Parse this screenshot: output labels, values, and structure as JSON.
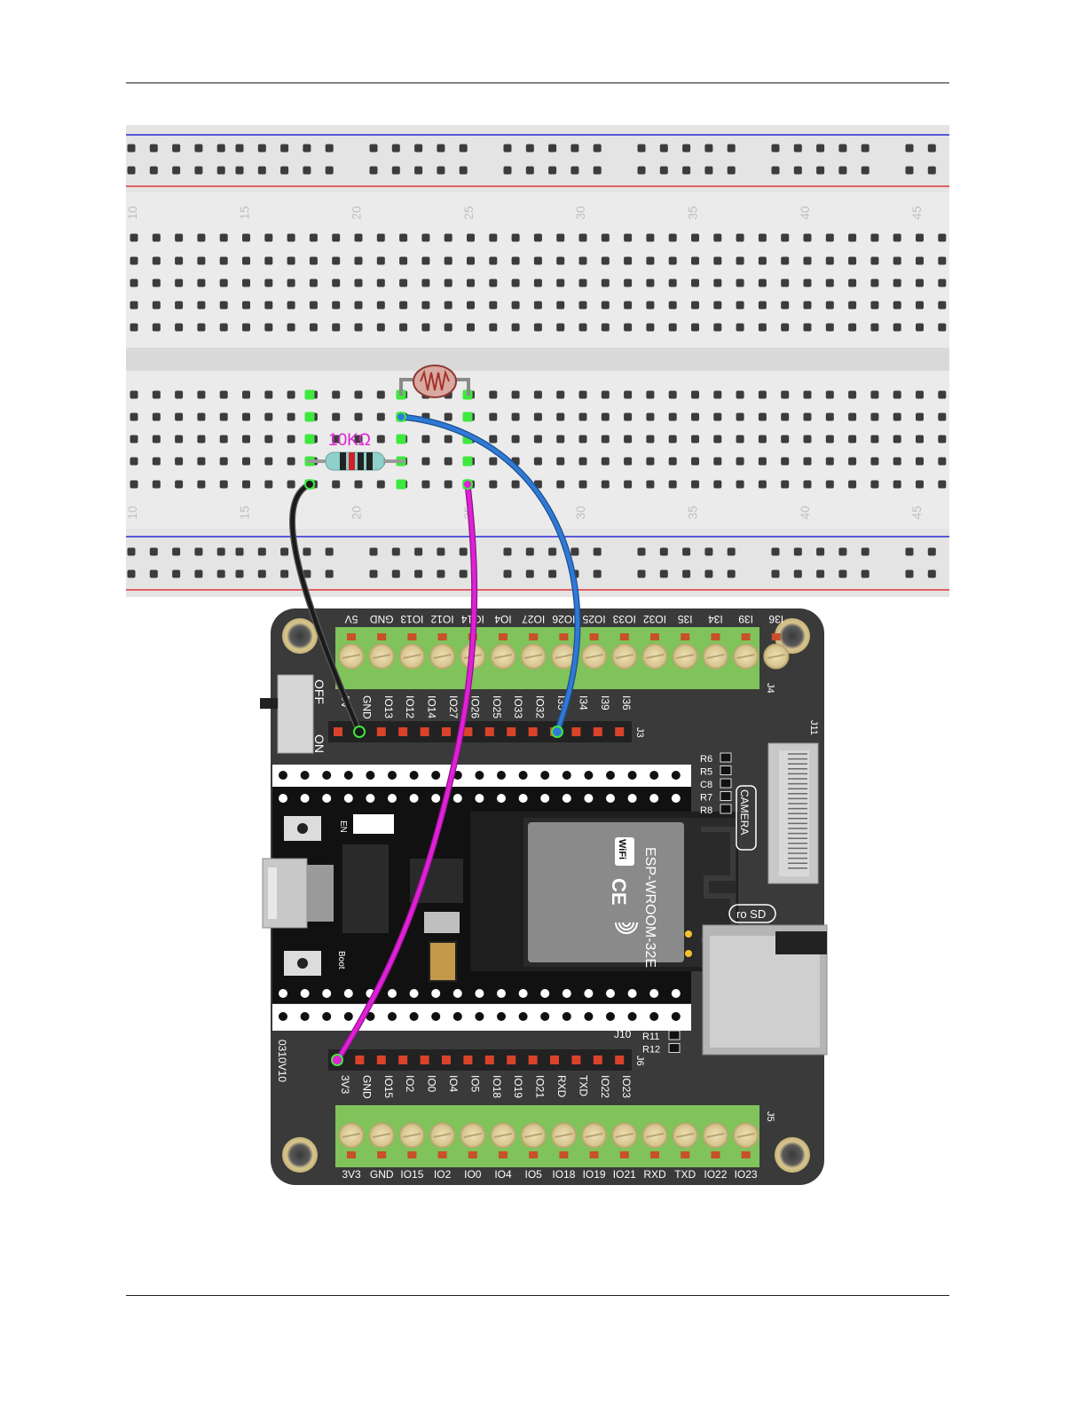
{
  "column_numbers": [
    "10",
    "15",
    "20",
    "25",
    "30",
    "35",
    "40",
    "45"
  ],
  "resistor_label": "10KΩ",
  "board": {
    "switch_off": "OFF",
    "switch_on": "ON",
    "version": "0310V10",
    "camera_label": "CAMERA",
    "sd_label": "ro SD",
    "wifi_label": "WiFi",
    "module_label": "ESP-WROOM-32E",
    "en_label": "EN",
    "boot_label": "Boot",
    "j3": "J3",
    "j4": "J4",
    "j5": "J5",
    "j6": "J6",
    "j10": "J10",
    "j11": "J11",
    "top_terminal_labels": [
      "5V",
      "GND",
      "IO13",
      "IO12",
      "IO14",
      "IO4",
      "IO27",
      "IO26",
      "IO25",
      "IO33",
      "IO32",
      "I35",
      "I34",
      "I39",
      "I36"
    ],
    "j3_labels": [
      "5V",
      "GND",
      "IO13",
      "IO12",
      "IO14",
      "IO27",
      "IO26",
      "IO25",
      "IO33",
      "IO32",
      "I35",
      "I34",
      "I39",
      "I36"
    ],
    "j6_labels": [
      "3V3",
      "GND",
      "IO15",
      "IO2",
      "IO0",
      "IO4",
      "IO5",
      "IO18",
      "IO19",
      "IO21",
      "RXD",
      "TXD",
      "IO22",
      "IO23"
    ],
    "bottom_terminal_labels": [
      "3V3",
      "GND",
      "IO15",
      "IO2",
      "IO0",
      "IO4",
      "IO5",
      "IO18",
      "IO19",
      "IO21",
      "RXD",
      "TXD",
      "IO22",
      "IO23"
    ],
    "smd_labels_right": [
      "R6",
      "R5",
      "C8",
      "R7",
      "R8"
    ],
    "smd_labels_bottom": [
      "R11",
      "R12"
    ]
  },
  "colors": {
    "board": "#3a3a3a",
    "terminal_green": "#7fc35a",
    "wire_black": "#1a1a1a",
    "wire_magenta": "#e020d8",
    "wire_blue": "#2f7ad6",
    "highlight_green": "#3ee83e",
    "rail_red": "#e0343a",
    "rail_blue": "#2a2ad8"
  }
}
